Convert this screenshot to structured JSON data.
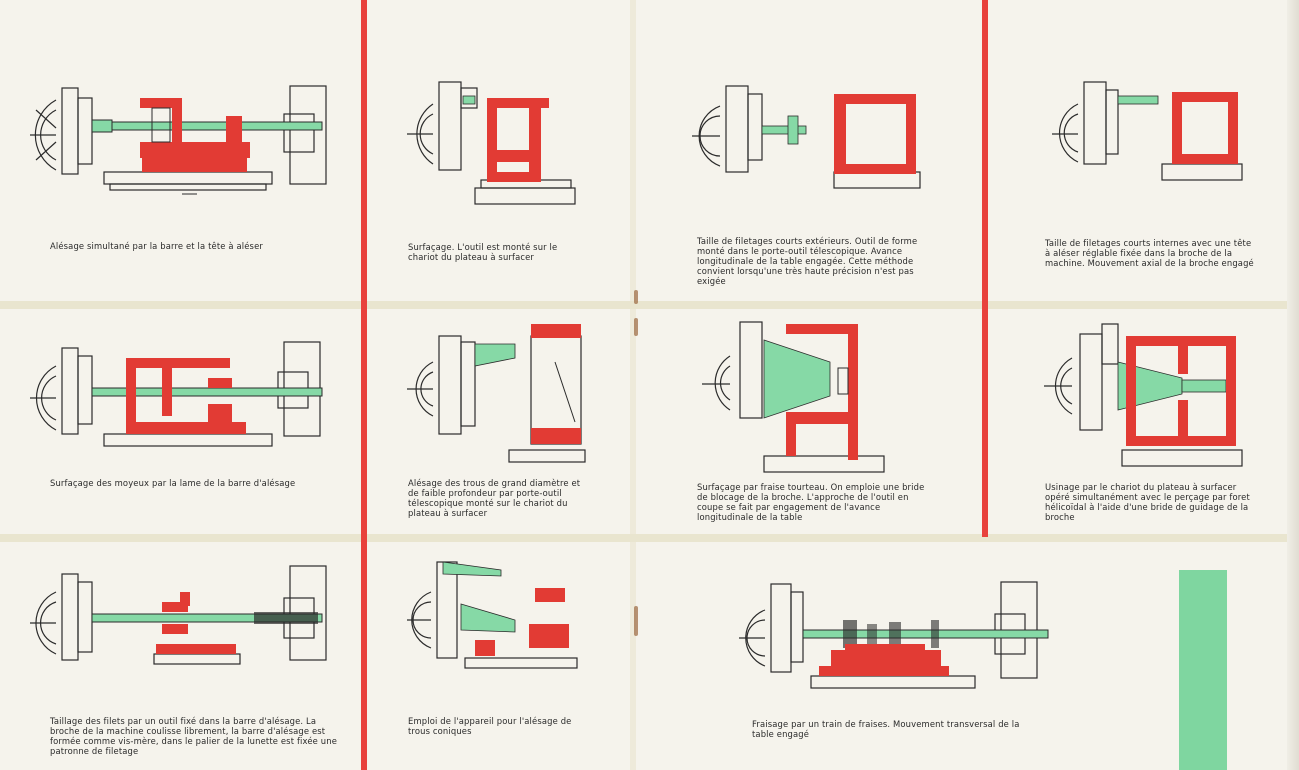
{
  "colors": {
    "red": "#e23b34",
    "green": "#86d9a6",
    "ink": "#2b2b2b",
    "paper": "#f5f3ec",
    "fold": "#e9e5cf",
    "accent_block": "#7fd6a0"
  },
  "panels": [
    {
      "id": "p1",
      "caption": "Alésage simultané par la barre et la tête à aléser"
    },
    {
      "id": "p2",
      "caption": "Surfaçage. L'outil est monté sur le chariot du plateau à surfacer"
    },
    {
      "id": "p3",
      "caption": "Taille de filetages courts extérieurs. Outil de forme monté dans le porte-outil télescopique. Avance longitudinale de la table engagée. Cette méthode convient lorsqu'une très haute précision n'est pas exigée"
    },
    {
      "id": "p4",
      "caption": "Taille de filetages courts internes avec une tête à aléser réglable fixée dans la broche de la machine. Mouvement axial de la broche engagé"
    },
    {
      "id": "p5",
      "caption": "Surfaçage des moyeux par la lame de la barre d'alésage"
    },
    {
      "id": "p6",
      "caption": "Alésage des trous de grand diamètre et de faible profondeur par porte-outil télescopique monté sur le chariot du plateau à surfacer"
    },
    {
      "id": "p7",
      "caption": "Surfaçage par fraise tourteau. On emploie une bride de blocage de la broche. L'approche de l'outil en coupe se fait par engagement de l'avance longitudinale de la table"
    },
    {
      "id": "p8",
      "caption": "Usinage par le chariot du plateau à surfacer opéré simultanément avec le perçage par foret hélicoïdal à l'aide d'une bride de guidage de la broche"
    },
    {
      "id": "p9",
      "caption": "Taillage des filets par un outil fixé dans la barre d'alésage. La broche de la machine coulisse librement, la barre d'alésage est formée comme vis-mère, dans le palier de la lunette est fixée une patronne de filetage"
    },
    {
      "id": "p10",
      "caption": "Emploi de l'appareil pour l'alésage de trous coniques"
    },
    {
      "id": "p11",
      "caption": "Fraisage par un train de fraises. Mouvement transversal de la table engagé"
    }
  ]
}
